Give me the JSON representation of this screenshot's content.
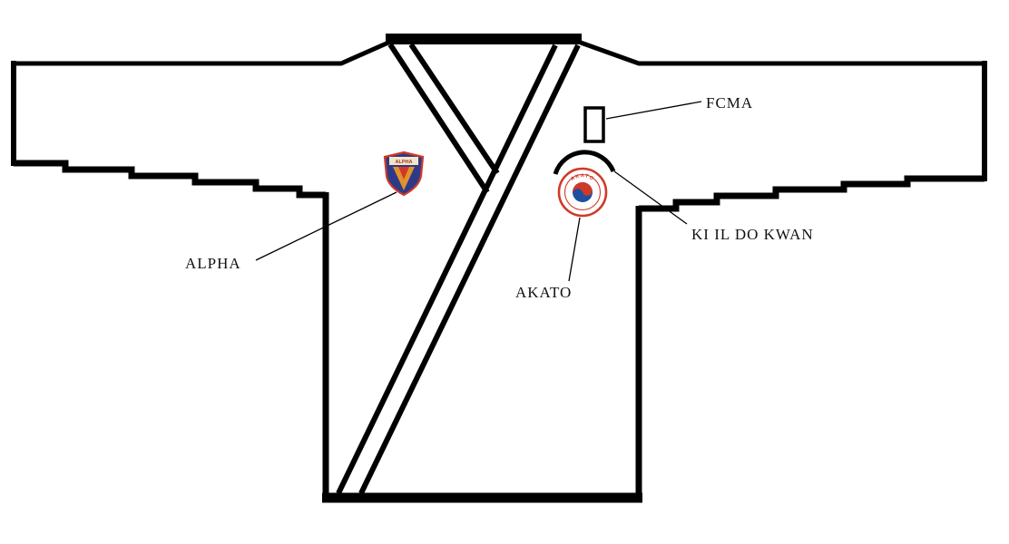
{
  "diagram": {
    "labels": {
      "alpha": "ALPHA",
      "fcma": "FCMA",
      "ki_il_do_kwan": "KI IL DO KWAN",
      "akato": "AKATO"
    },
    "patches": {
      "alpha_shield": {
        "text": "ALPHA"
      },
      "akato_circle": {
        "text": "AKATO"
      }
    },
    "colors": {
      "outline": "#000000",
      "garment": "#ffffff",
      "patch_red": "#cf3a28",
      "patch_blue": "#2e3a87",
      "patch_dark_blue": "#1f4fa0",
      "patch_gold": "#e0922f",
      "patch_cream": "#f1e6c8"
    }
  }
}
